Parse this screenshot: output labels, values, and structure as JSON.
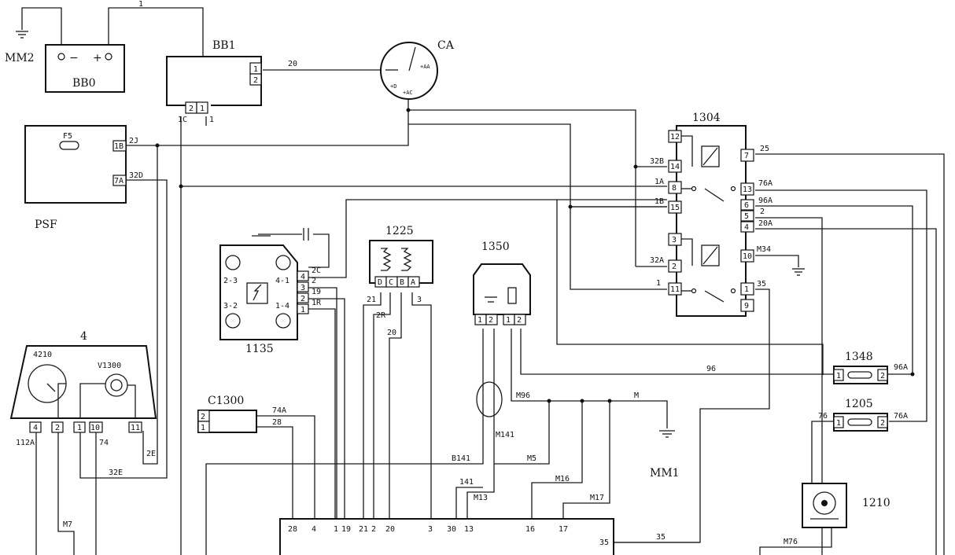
{
  "components": {
    "battery": {
      "label": "BB0",
      "minus": "−",
      "plus": "+"
    },
    "bb1": {
      "label": "BB1",
      "pins": [
        "1",
        "2",
        "2",
        "1"
      ],
      "sub": [
        "1C",
        "1"
      ]
    },
    "ca": {
      "label": "CA",
      "terms": [
        "+AA",
        "+D",
        "+AC"
      ]
    },
    "psf": {
      "label": "PSF",
      "fuse": "F5",
      "pins": [
        "1B",
        "7A"
      ],
      "wires": [
        "2J",
        "32D"
      ]
    },
    "relay1304": {
      "label": "1304",
      "left_pins": [
        "12",
        "14",
        "8",
        "15",
        "3",
        "2",
        "11"
      ],
      "right_pins": [
        "7",
        "13",
        "6",
        "5",
        "4",
        "10",
        "1",
        "9"
      ]
    },
    "r1225": {
      "label": "1225",
      "pins": [
        "D",
        "C",
        "B",
        "A"
      ]
    },
    "r1350": {
      "label": "1350",
      "pins": [
        "1",
        "2",
        "1",
        "2"
      ]
    },
    "c1135": {
      "label": "1135",
      "pins": [
        "4",
        "3",
        "2",
        "1"
      ],
      "plugs": [
        "2-3",
        "4-1",
        "3-2",
        "1-4"
      ],
      "wires": [
        "2C",
        "2",
        "19",
        "1R"
      ]
    },
    "cluster4": {
      "label": "4",
      "gauge": "4210",
      "lamp": "V1300",
      "pins": [
        "4",
        "2",
        "1",
        "10",
        "11"
      ]
    },
    "c1300": {
      "label": "C1300",
      "pins": [
        "2",
        "1"
      ],
      "wires": [
        "74A",
        "28"
      ]
    },
    "f1348": {
      "label": "1348",
      "pins": [
        "1",
        "2"
      ]
    },
    "f1205": {
      "label": "1205",
      "pins": [
        "1",
        "2"
      ]
    },
    "s1210": {
      "label": "1210"
    },
    "ecu": {
      "pins": [
        "28",
        "4",
        "1",
        "19",
        "21",
        "2",
        "20",
        "3",
        "30",
        "13",
        "16",
        "17",
        "35"
      ]
    }
  },
  "grounds": {
    "mm2": "MM2",
    "mm1": "MM1"
  },
  "wires": {
    "top1": "1",
    "w20": "20",
    "w32B": "32B",
    "w1A": "1A",
    "w1B": "1B",
    "w32A": "32A",
    "w1": "1",
    "w25": "25",
    "w76A": "76A",
    "w96A": "96A",
    "w2": "2",
    "w20A": "20A",
    "wM34": "M34",
    "w35": "35",
    "w21": "21",
    "w2R": "2R",
    "w20b": "20",
    "w3": "3",
    "w96": "96",
    "w96A2": "96A",
    "w76": "76",
    "w76A2": "76A",
    "wM96": "M96",
    "wM": "M",
    "wM141": "M141",
    "wB141": "B141",
    "w141": "141",
    "wM5": "M5",
    "wM13": "M13",
    "wM16": "M16",
    "wM17": "M17",
    "wM7": "M7",
    "w112A": "112A",
    "w74": "74",
    "w32E": "32E",
    "w2E": "2E",
    "w35b": "35",
    "wM76": "M76",
    "w74A": "74A",
    "w28": "28",
    "w2C": "2C",
    "w2b": "2",
    "w19": "19",
    "w1R": "1R"
  }
}
